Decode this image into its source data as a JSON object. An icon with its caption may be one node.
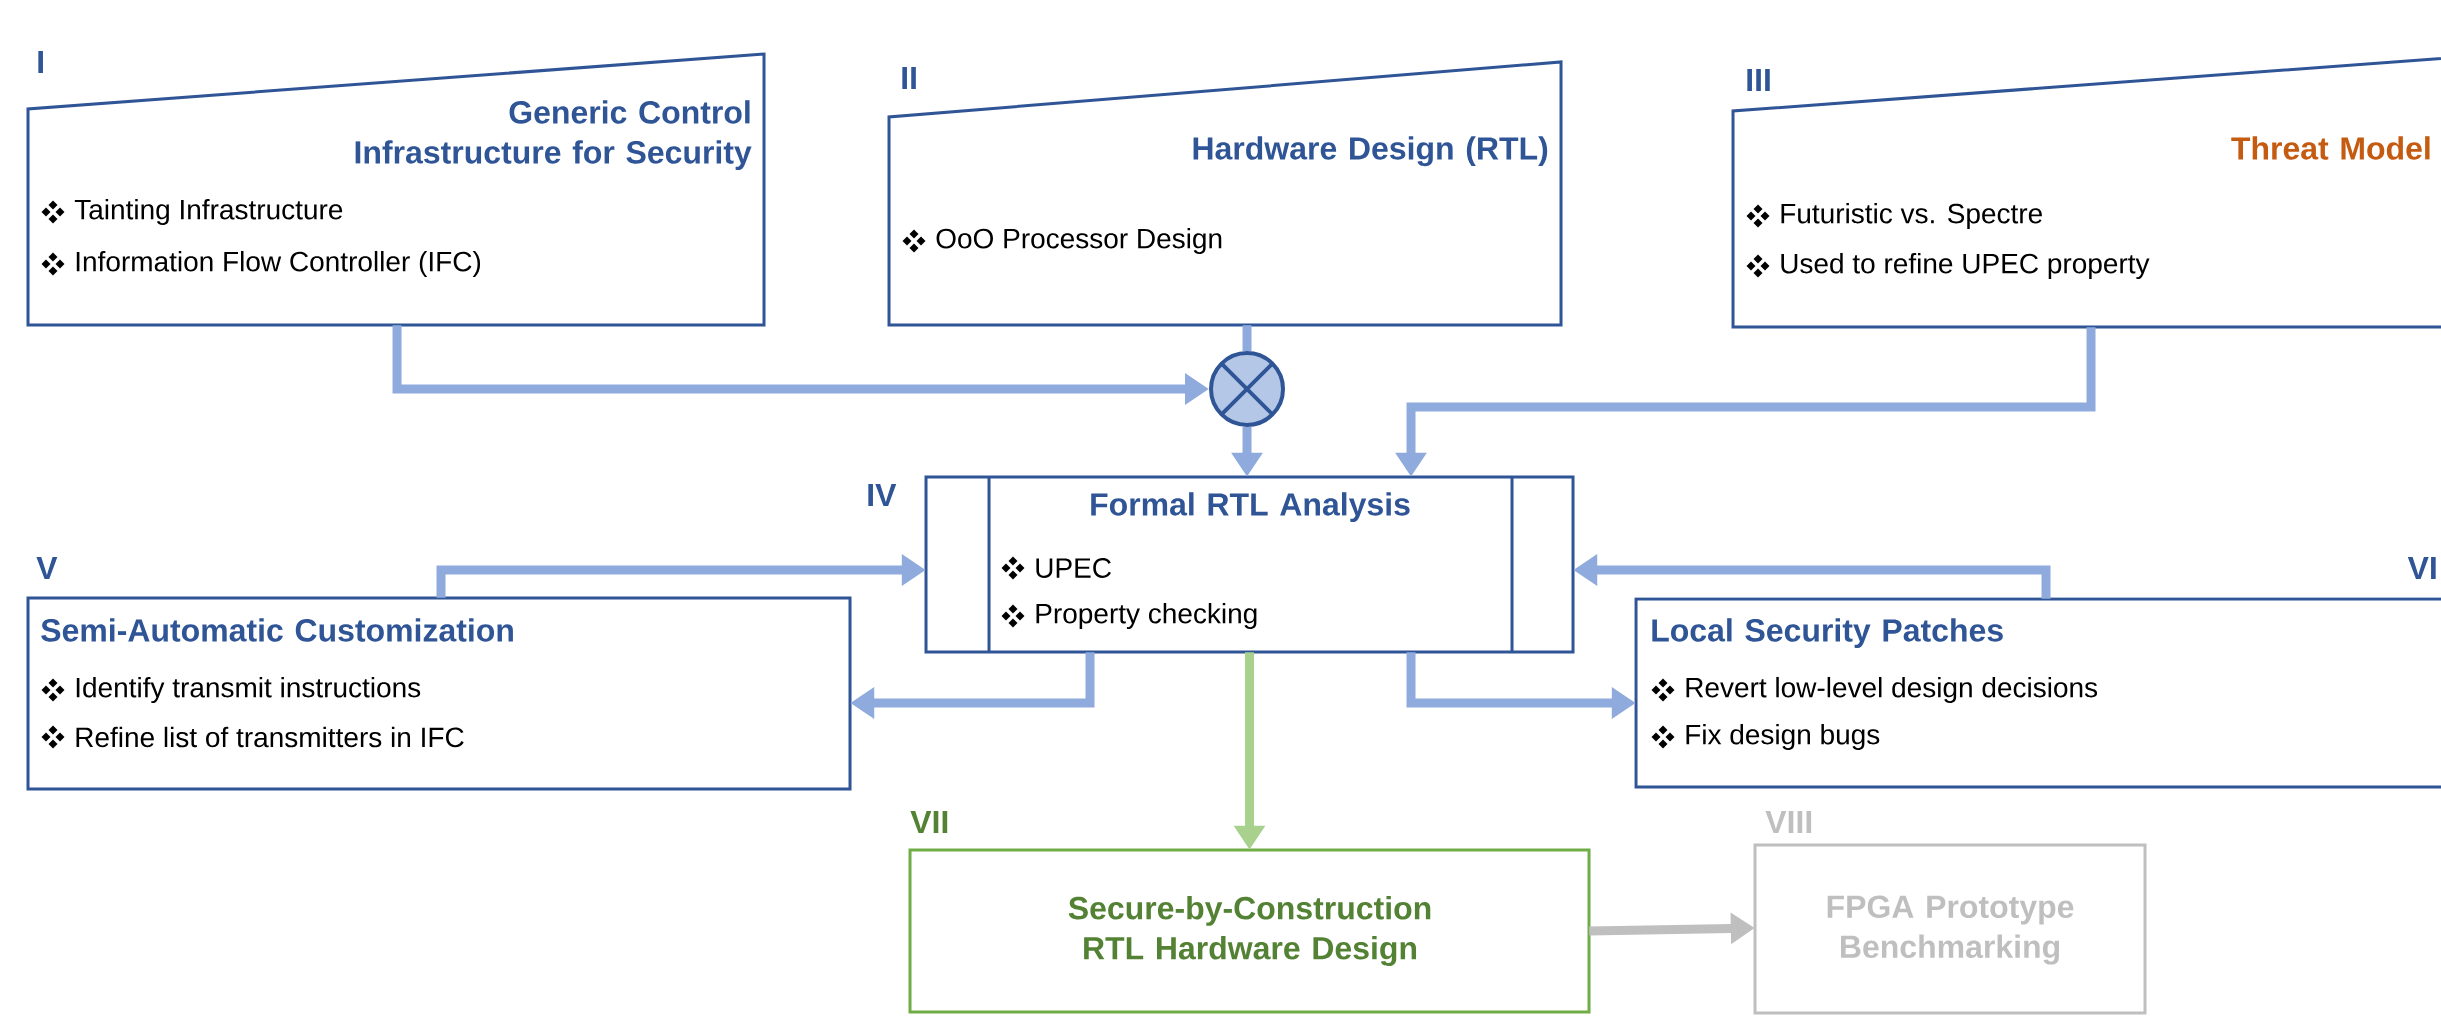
{
  "diagram": {
    "nodes": [
      {
        "text": [
          "Generic Control Infrastructure for Security",
          "Tainting Infrastructure",
          "Information Flow Controller (IFC)"
        ],
        "beside": [
          "I"
        ]
      },
      {
        "text": [
          "Hardware Design (RTL)",
          "OoO Processor Design"
        ],
        "beside": [
          "II"
        ]
      },
      {
        "text": [
          "Threat Model",
          "Futuristic vs. Spectre",
          "Used to refine UPEC property"
        ],
        "beside": [
          "III"
        ]
      },
      {
        "text": [],
        "shape": "circle"
      },
      {
        "text": [
          "Formal RTL Analysis",
          "UPEC",
          "Property checking"
        ],
        "beside": [
          "IV"
        ]
      },
      {
        "text": [
          "Semi-Automatic Customization",
          "Identify transmit instructions",
          "Refine list of transmitters in IFC"
        ],
        "beside": [
          "V"
        ]
      },
      {
        "text": [
          "Local Security Patches",
          "Revert low-level design decisions",
          "Fix design bugs"
        ],
        "beside": [
          "VI"
        ]
      },
      {
        "text": [
          "Secure-by-Construction RTL Hardware Design"
        ],
        "beside": [
          "VII"
        ]
      },
      {
        "text": [
          "FPGA Prototype Benchmarking"
        ],
        "beside": [
          "VIII"
        ]
      }
    ],
    "edges": [
      {
        "from": 0,
        "to": 3,
        "arrow": "to"
      },
      {
        "from": 1,
        "to": 3,
        "arrow": "none"
      },
      {
        "from": 3,
        "to": 4,
        "arrow": "to"
      },
      {
        "from": 2,
        "to": 4,
        "arrow": "to"
      },
      {
        "from": 5,
        "to": 4,
        "arrow": "to"
      },
      {
        "from": 4,
        "to": 5,
        "arrow": "to"
      },
      {
        "from": 6,
        "to": 4,
        "arrow": "to"
      },
      {
        "from": 4,
        "to": 6,
        "arrow": "to"
      },
      {
        "from": 4,
        "to": 7,
        "arrow": "to",
        "color": "#a9d18e"
      },
      {
        "from": 7,
        "to": 8,
        "arrow": "to",
        "color": "#bfbfbf"
      }
    ]
  }
}
